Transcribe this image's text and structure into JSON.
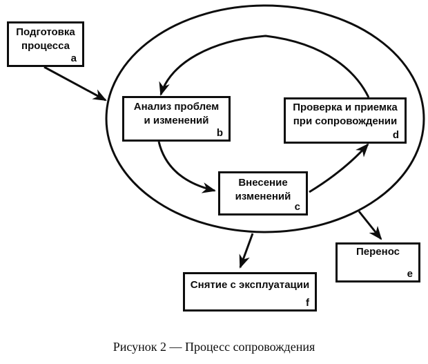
{
  "colors": {
    "ink": "#0d0d0d",
    "background": "#ffffff"
  },
  "diagram": {
    "boxes": [
      {
        "id": "a",
        "name": "process-implementation",
        "lines": [
          "Подготовка",
          "процесса"
        ],
        "letter": "a"
      },
      {
        "id": "b",
        "name": "problem-and-modification-analysis",
        "lines": [
          "Анализ проблем",
          "и изменений"
        ],
        "letter": "b"
      },
      {
        "id": "c",
        "name": "modification-implementation",
        "lines": [
          "Внесение",
          "изменений"
        ],
        "letter": "c"
      },
      {
        "id": "d",
        "name": "maintenance-review-acceptance",
        "lines": [
          "Проверка и приемка",
          "при сопровождении"
        ],
        "letter": "d"
      },
      {
        "id": "e",
        "name": "migration",
        "lines": [
          "Перенос"
        ],
        "letter": "e"
      },
      {
        "id": "f",
        "name": "retirement",
        "lines": [
          "Снятие с эксплуатации"
        ],
        "letter": "f"
      }
    ],
    "caption": "Рисунок 2 — Процесс сопровождения"
  }
}
